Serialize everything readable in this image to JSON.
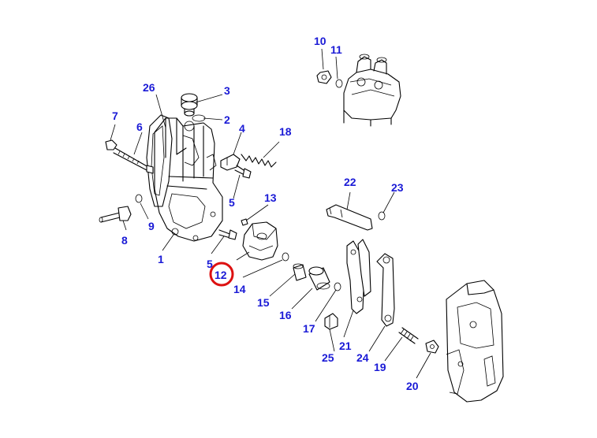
{
  "diagram": {
    "highlight_color": "#d11111",
    "label_color": "#1a1ad6",
    "highlighted_part": "12",
    "labels": [
      "1",
      "2",
      "3",
      "4",
      "5",
      "5",
      "6",
      "7",
      "8",
      "9",
      "10",
      "11",
      "12",
      "13",
      "14",
      "15",
      "16",
      "17",
      "18",
      "19",
      "20",
      "21",
      "22",
      "23",
      "24",
      "25",
      "26"
    ]
  }
}
